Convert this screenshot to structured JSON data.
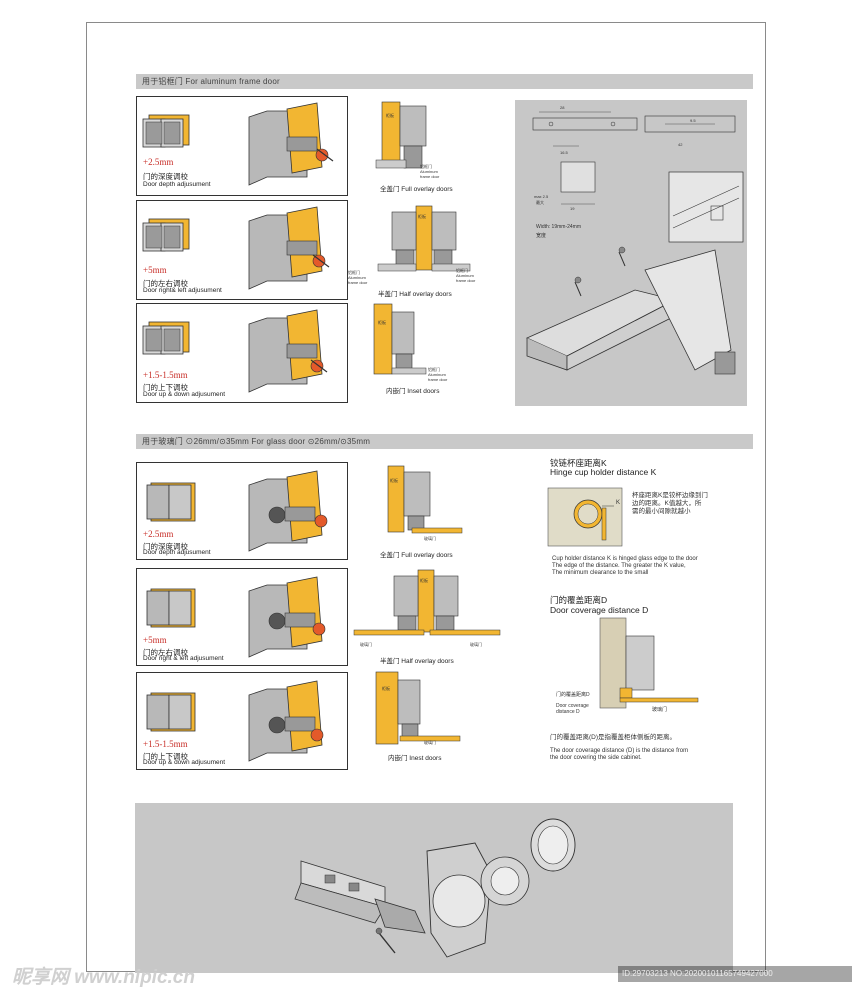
{
  "aluminum": {
    "band_label": "用于铝框门 For aluminum frame door",
    "panels": [
      {
        "measure": "+2.5mm",
        "cn": "门的深度调校",
        "en": "Door depth adjusument"
      },
      {
        "measure": "+5mm",
        "cn": "门的左右调校",
        "en": "Door right& left adjusument"
      },
      {
        "measure": "+1.5-1.5mm",
        "cn": "门的上下调校",
        "en": "Door up & down adjusument"
      }
    ],
    "door_labels": [
      "全盖门 Full overlay doors",
      "半盖门 Half overlay doors",
      "内嵌门 Inset doors"
    ],
    "small": {
      "cabinet": "柜板",
      "frame_cn": "铝框门",
      "frame_en1": "Aluminum",
      "frame_en2": "frame door"
    },
    "dims": {
      "d28": "28",
      "d16": "16.5",
      "d9": "9.5",
      "d42": "42",
      "d19": "19",
      "dmax": "max 2.5",
      "dmax_cn": "最大",
      "width_en": "Width: 19mm-24mm",
      "width_cn": "宽度"
    }
  },
  "glass": {
    "band_label": "用于玻璃门 ⊙26mm/⊙35mm       For glass door ⊙26mm/⊙35mm",
    "panels": [
      {
        "measure": "+2.5mm",
        "cn": "门的深度调校",
        "en": "Door depth adjusument"
      },
      {
        "measure": "+5mm",
        "cn": "门的左右调校",
        "en": "Door right & left adjusument"
      },
      {
        "measure": "+1.5-1.5mm",
        "cn": "门的上下调校",
        "en": "Door up & down adjusument"
      }
    ],
    "door_labels": [
      "全盖门 Full overlay doors",
      "半盖门 Half overlay doors",
      "内嵌门 Inest doors"
    ],
    "small": {
      "cabinet": "柜板",
      "glass": "玻璃门"
    }
  },
  "cup": {
    "title_cn": "铰链杯座距离K",
    "title_en": "Hinge cup holder distance K",
    "desc_cn": [
      "杯座距离K是铰杯边缘到门",
      "边的距离。K值越大，所",
      "需的最小间隙就越小"
    ],
    "desc_en": [
      "Cup holder distance K is hinged glass edge to the door",
      "The edge of the distance. The greater the K value,",
      "The minimum clearance to the small"
    ],
    "k": "K"
  },
  "coverage": {
    "title_cn": "门的覆盖距离D",
    "title_en": "Door coverage distance D",
    "label_cn": "门的覆盖距离D",
    "label_en1": "Door coverage",
    "label_en2": "distance D",
    "glass": "玻璃门",
    "desc_cn": "门的覆盖距离(D)是指覆盖柜体侧板的距离。",
    "desc_en": [
      "The door coverage distance (D) is the distance from",
      "the door covering the side cabinet."
    ]
  },
  "watermark": {
    "left": "昵享网 www.nipic.cn",
    "right": "ID:29703213 NO:20200101165749427000"
  },
  "colors": {
    "accent": "#f2b632",
    "gray": "#c7c7c7",
    "measure": "#c8302a"
  }
}
